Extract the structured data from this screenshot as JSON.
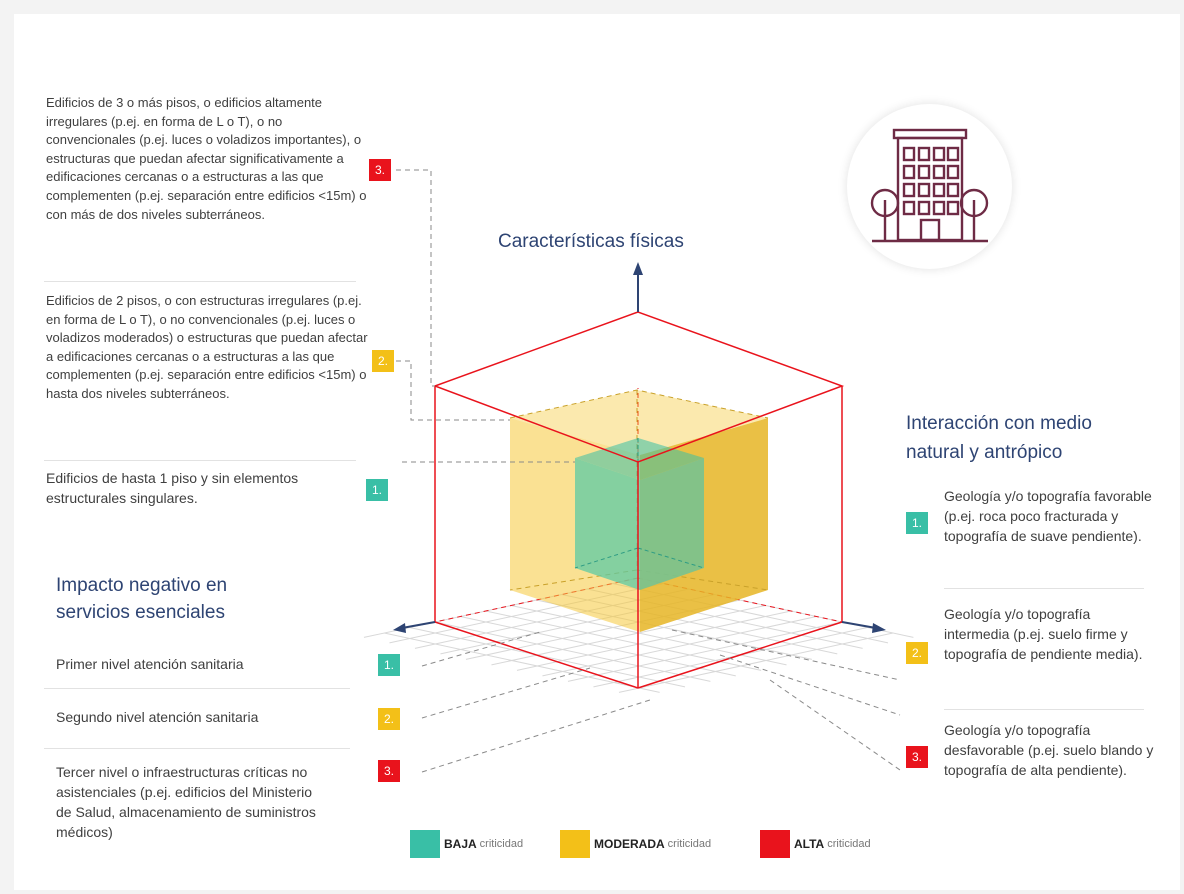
{
  "colors": {
    "low": "#39bfa6",
    "moderate": "#f3c018",
    "high": "#e9131c",
    "heading": "#2e4473",
    "icon": "#6e2b45"
  },
  "axes": {
    "vertical_title": "Características físicas",
    "left_title_line1": "Impacto negativo en",
    "left_title_line2": "servicios esenciales",
    "right_title_line1": "Interacción con medio",
    "right_title_line2": "natural y antrópico"
  },
  "physical": [
    {
      "badge": "3.",
      "level": "high",
      "text": "Edificios de 3 o más pisos, o edificios altamente irregulares (p.ej. en forma de L o T), o no convencionales (p.ej. luces o voladizos importantes), o estructuras que puedan afectar significativamente a edificaciones cercanas o a estructuras a las que complementen (p.ej. separación entre edificios <15m) o con más de dos niveles subterráneos."
    },
    {
      "badge": "2.",
      "level": "moderate",
      "text": "Edificios de 2 pisos, o con estructuras irregulares (p.ej. en forma de L o T), o no convencionales (p.ej. luces o voladizos moderados) o estructuras que puedan afectar a edificaciones cercanas o a estructuras a las que complementen (p.ej. separación entre edificios <15m) o hasta dos niveles subterráneos."
    },
    {
      "badge": "1.",
      "level": "low",
      "text": "Edificios de hasta 1 piso y sin elementos estructurales singulares."
    }
  ],
  "services": [
    {
      "badge": "1.",
      "level": "low",
      "text": "Primer nivel atención sanitaria"
    },
    {
      "badge": "2.",
      "level": "moderate",
      "text": "Segundo nivel atención sanitaria"
    },
    {
      "badge": "3.",
      "level": "high",
      "text": "Tercer nivel o infraestructuras críticas no asistenciales (p.ej. edificios del Ministerio de Salud, almacenamiento de suministros médicos)"
    }
  ],
  "environment": [
    {
      "badge": "1.",
      "level": "low",
      "text": "Geología y/o topografía favorable (p.ej. roca poco fracturada y topografía de suave pendiente)."
    },
    {
      "badge": "2.",
      "level": "moderate",
      "text": "Geología y/o topografía intermedia (p.ej. suelo firme y topografía de pendiente media)."
    },
    {
      "badge": "3.",
      "level": "high",
      "text": "Geología y/o topografía desfavorable (p.ej. suelo blando y topografía de alta pendiente)."
    }
  ],
  "legend": [
    {
      "bold": "BAJA",
      "light": "criticidad",
      "level": "low"
    },
    {
      "bold": "MODERADA",
      "light": "criticidad",
      "level": "moderate"
    },
    {
      "bold": "ALTA",
      "light": "criticidad",
      "level": "high"
    }
  ]
}
